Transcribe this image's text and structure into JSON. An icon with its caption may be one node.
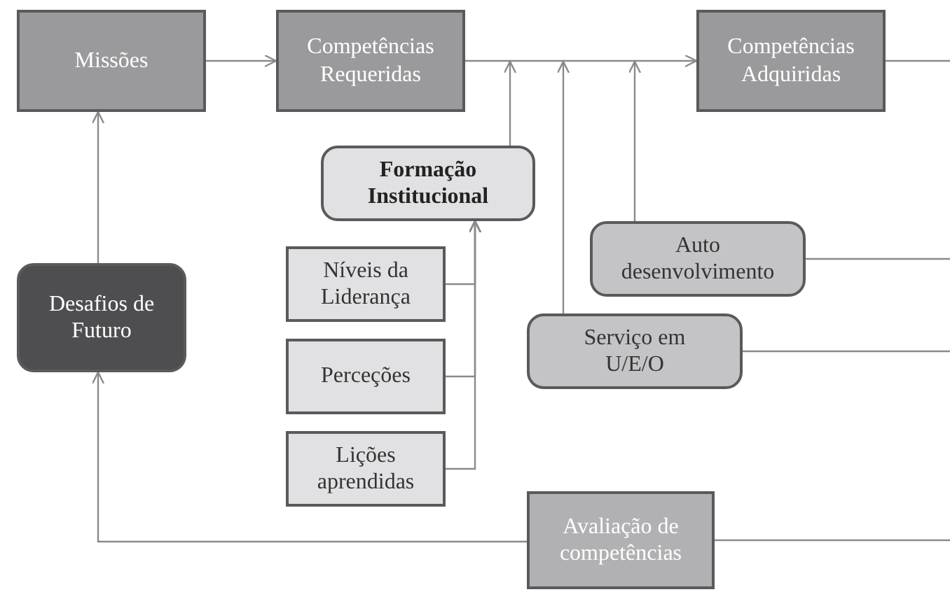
{
  "diagram": {
    "nodes": [
      {
        "text": [
          "Missões"
        ]
      },
      {
        "text": [
          "Competências Requeridas"
        ]
      },
      {
        "text": [
          "Competências Adquiridas"
        ]
      },
      {
        "text": [
          "Formação Institucional"
        ]
      },
      {
        "text": [
          "Auto desenvolvimento"
        ]
      },
      {
        "text": [
          "Desafios de Futuro"
        ]
      },
      {
        "text": [
          "Níveis da Liderança"
        ]
      },
      {
        "text": [
          "Perceções"
        ]
      },
      {
        "text": [
          "Serviço em U/E/O"
        ]
      },
      {
        "text": [
          "Lições aprendidas"
        ]
      },
      {
        "text": [
          "Avaliação de competências"
        ]
      }
    ],
    "edges": [
      {
        "from": 0,
        "to": 1,
        "arrow": "to"
      },
      {
        "from": 1,
        "to": 2,
        "arrow": "to"
      },
      {
        "from": 3,
        "to": null,
        "arrow": "to"
      },
      {
        "from": 8,
        "to": null,
        "arrow": "to"
      },
      {
        "from": 4,
        "to": null,
        "arrow": "to"
      },
      {
        "from": 6,
        "to": 3,
        "arrow": "to"
      },
      {
        "from": 7,
        "to": 3,
        "arrow": "to"
      },
      {
        "from": 9,
        "to": 3,
        "arrow": "to"
      },
      {
        "from": 2,
        "to": null,
        "arrow": "none"
      },
      {
        "from": 4,
        "to": null,
        "arrow": "none"
      },
      {
        "from": 8,
        "to": null,
        "arrow": "none"
      },
      {
        "from": 10,
        "to": null,
        "arrow": "none"
      },
      {
        "from": 10,
        "to": 5,
        "arrow": "to"
      },
      {
        "from": 5,
        "to": 0,
        "arrow": "to"
      }
    ]
  }
}
